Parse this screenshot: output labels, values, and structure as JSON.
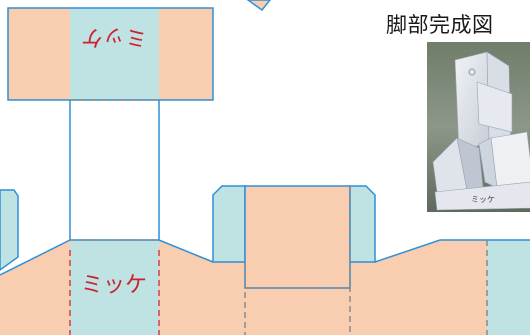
{
  "title": "脚部完成図",
  "labels": {
    "top_panel_upside_down": "ミッケ",
    "lower_panel": "ミッケ",
    "photo_tag": "ミッケ"
  },
  "colors": {
    "outline": "#2f8fd8",
    "fold_line": "#8a8a8a",
    "cut_line": "#d04050",
    "peach": "#f8cdb0",
    "aqua": "#bfe3e2",
    "label_red": "#cc2233"
  }
}
